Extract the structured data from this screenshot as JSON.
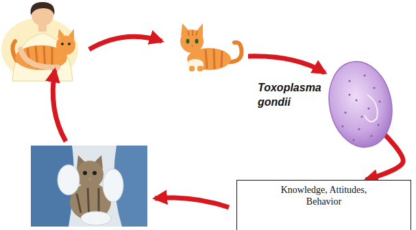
{
  "diagram": {
    "nodes": [
      {
        "text": [
          "Toxoplasma gondii"
        ]
      },
      {
        "text": [
          "Knowledge, Attitudes, Behavior"
        ]
      }
    ],
    "edges": [
      {
        "from": 0,
        "to": 1,
        "arrow": "to"
      }
    ]
  }
}
